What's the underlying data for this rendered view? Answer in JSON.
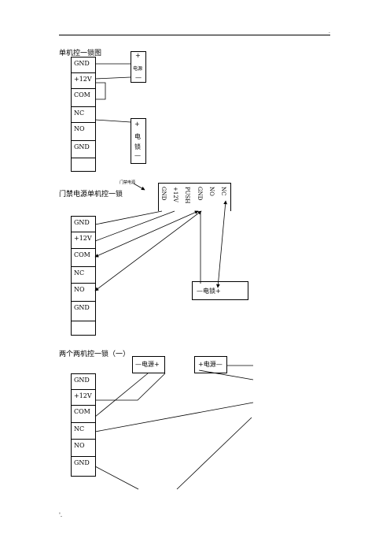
{
  "header": {
    "mark": "."
  },
  "footer": {
    "mark": "'."
  },
  "diagram1": {
    "title": "单机控一锁图",
    "terminals": [
      "GND",
      "+12V",
      "COM",
      "NC",
      "NO",
      "GND",
      ""
    ],
    "power": {
      "plus": "+",
      "label": "电源",
      "minus": "—"
    },
    "lock": {
      "plus": "+",
      "line1": "电",
      "line2": "锁",
      "minus": "—"
    }
  },
  "diagram2": {
    "title": "门禁电源单机控一锁",
    "supply_label": "门禁电源",
    "supply_terminals": [
      "GND",
      "+12V",
      "PUSH",
      "GND",
      "NO",
      "NC"
    ],
    "terminals": [
      "GND",
      "+12V",
      "COM",
      "NC",
      "NO",
      "GND",
      ""
    ],
    "lock_label": "—电锁+"
  },
  "diagram3": {
    "title": "两个两机控一锁（一）",
    "terminals": [
      "GND",
      "+12V",
      "COM",
      "NC",
      "NO",
      "GND"
    ],
    "power_label": "—电源+",
    "power2_label": "+电源—"
  }
}
